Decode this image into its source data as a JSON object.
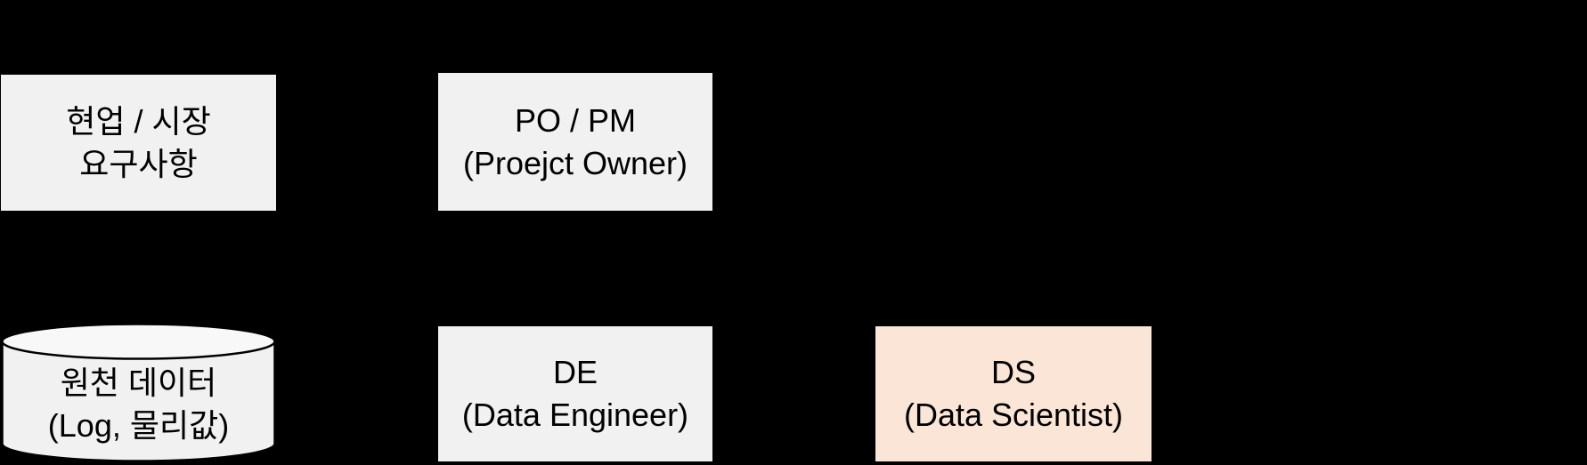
{
  "colors": {
    "bg": "#000000",
    "box_fill": "#f1f1f1",
    "cylinder_top_fill": "#f8f8f8",
    "ds_fill": "#fbe5d6",
    "stroke": "#000000",
    "text": "#000000"
  },
  "nodes": {
    "business": {
      "line1": "현업 / 시장",
      "line2": "요구사항"
    },
    "po_pm": {
      "line1": "PO / PM",
      "line2": "(Proejct Owner)"
    },
    "source_data": {
      "line1": "원천 데이터",
      "line2": "(Log, 물리값)"
    },
    "de": {
      "line1": "DE",
      "line2": "(Data Engineer)"
    },
    "ds": {
      "line1": "DS",
      "line2": "(Data Scientist)"
    }
  }
}
